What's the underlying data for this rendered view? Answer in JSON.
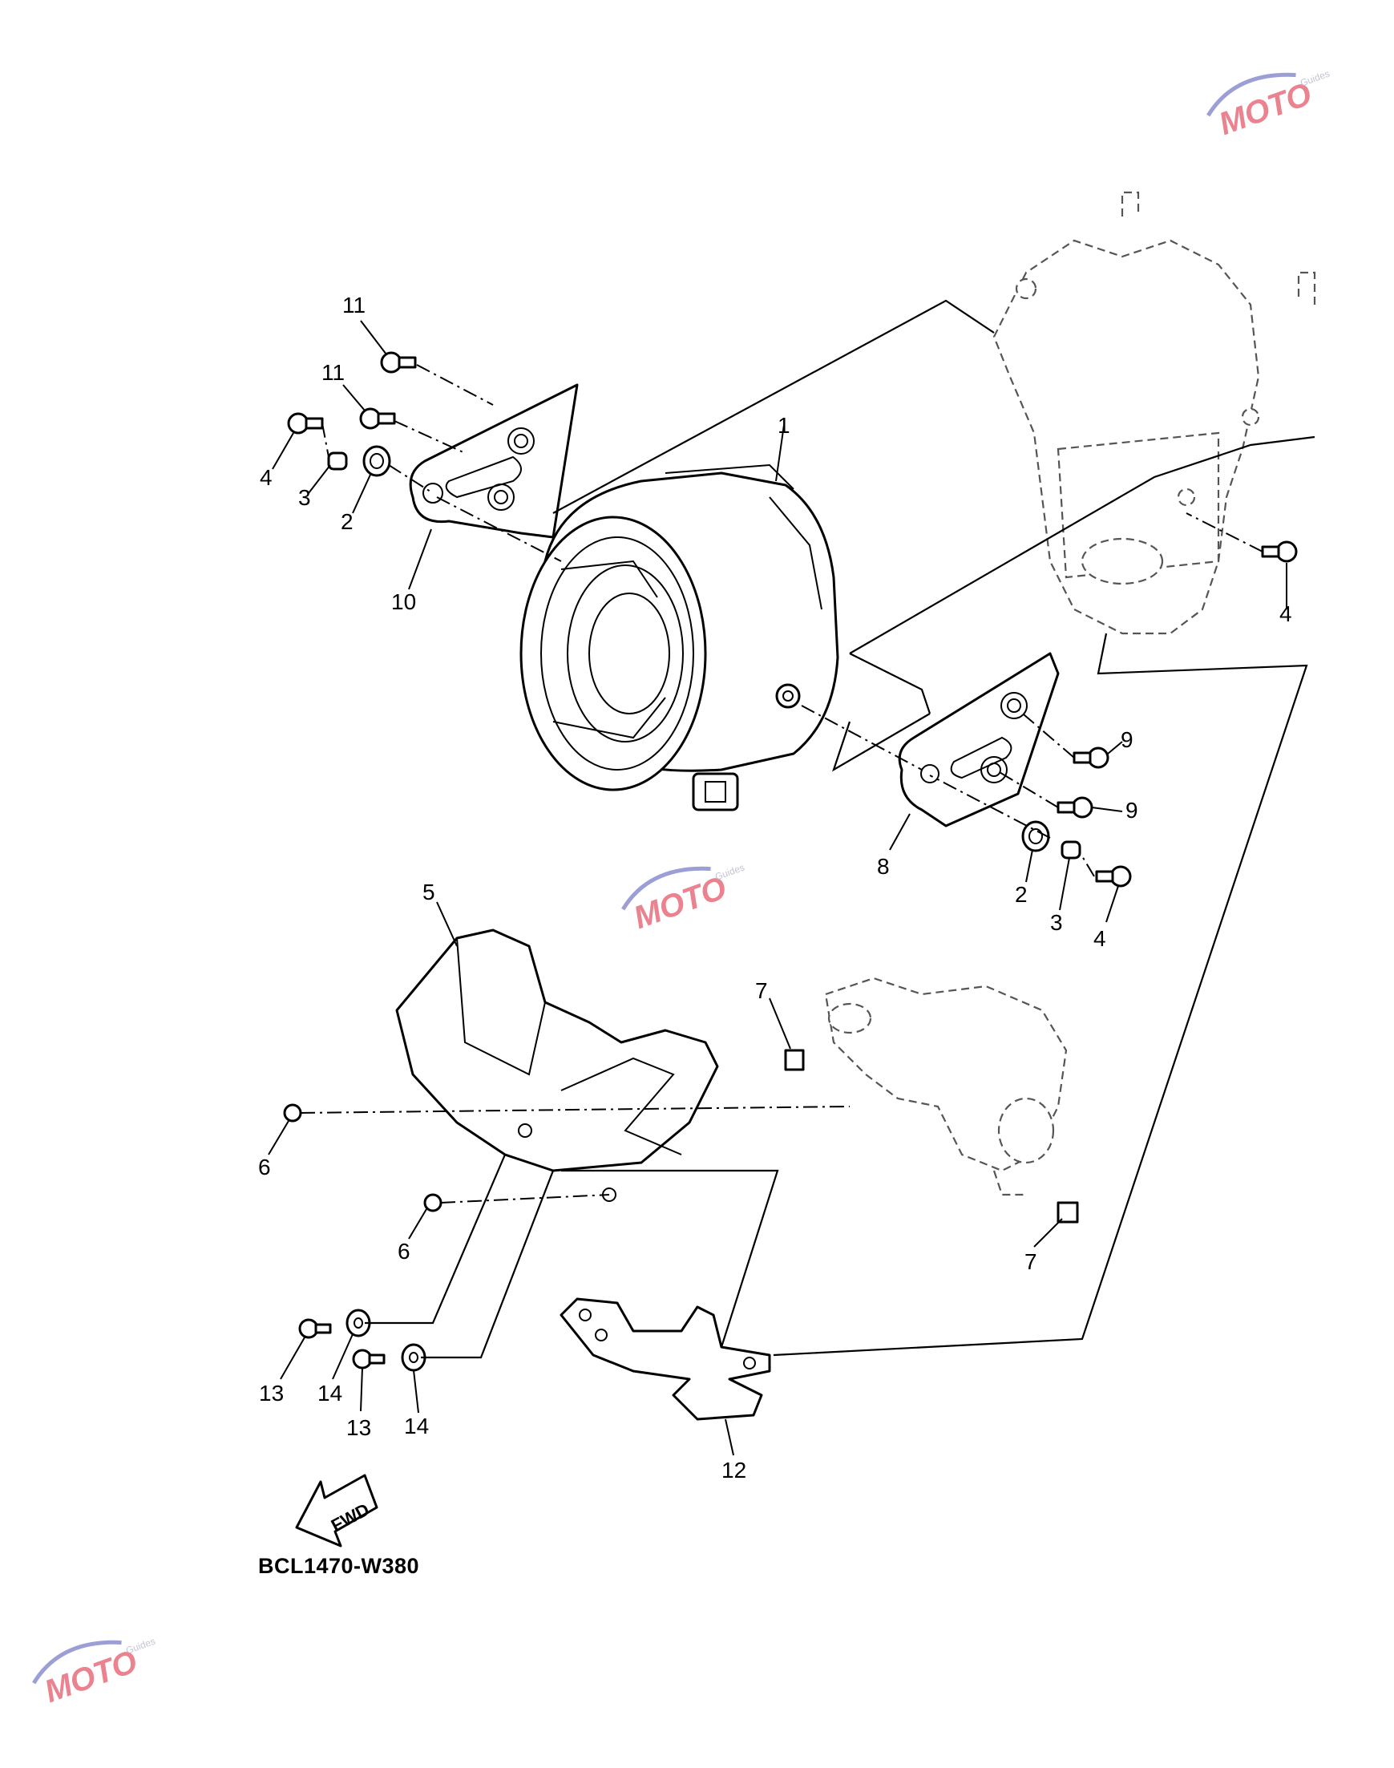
{
  "diagram": {
    "code": "BCL1470-W380",
    "fwd_label": "FWD",
    "callouts": [
      "1",
      "2",
      "3",
      "4",
      "5",
      "6",
      "7",
      "8",
      "9",
      "10",
      "11",
      "12",
      "13",
      "14"
    ]
  },
  "watermark": {
    "brand": "MOTO",
    "tagline": "Guides",
    "colors": {
      "arc": "#7a7fc8",
      "text": "#e45a6a"
    }
  }
}
